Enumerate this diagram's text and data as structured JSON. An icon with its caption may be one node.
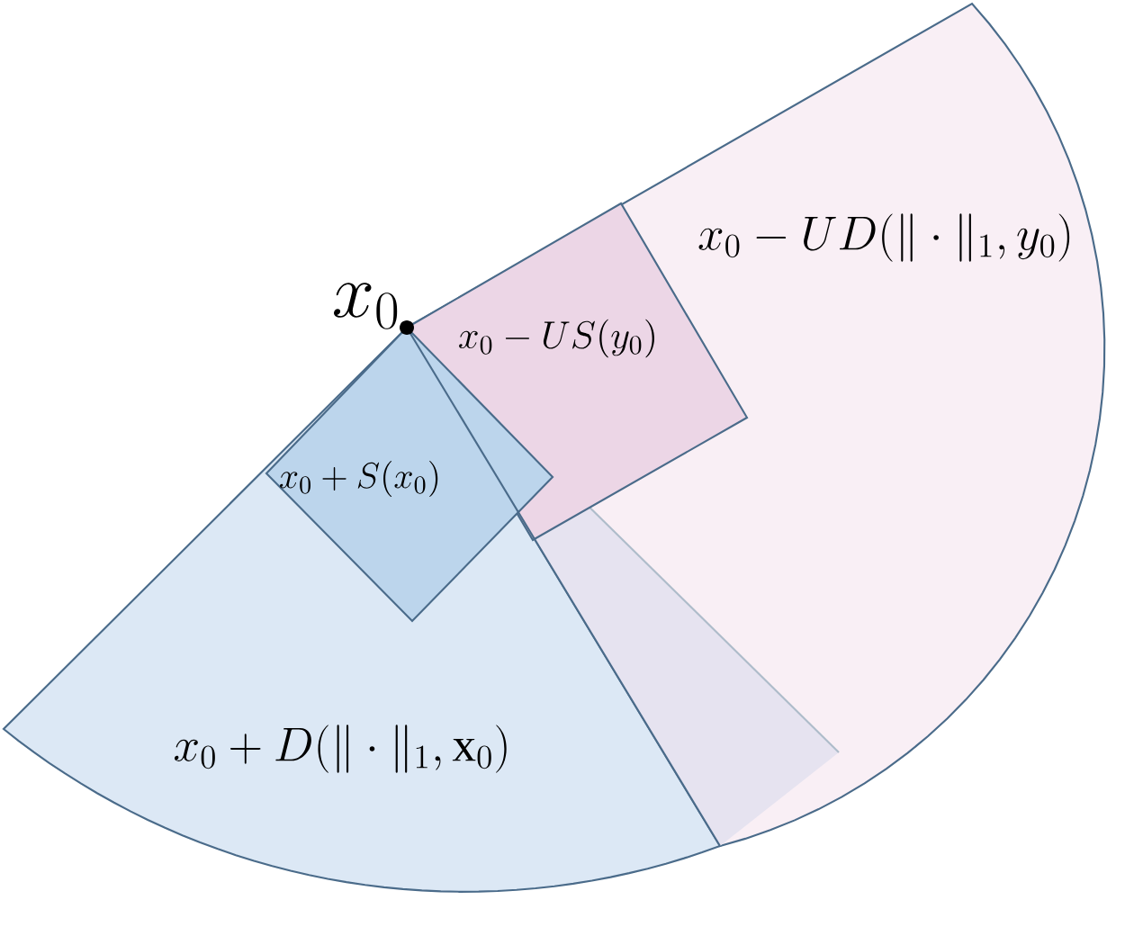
{
  "diagram": {
    "nodes": [
      {
        "text": [
          "x_0 - UD(\\|\\cdot\\|_1, y_0)"
        ]
      },
      {
        "text": [
          "x_0 - US(y_0)"
        ],
        "in": 0
      },
      {
        "text": [
          "x_0 + D(\\|\\cdot\\|_1, \\mathrm{x}_0)"
        ]
      },
      {
        "text": [
          "x_0 + S(x_0)"
        ],
        "in": 2
      }
    ],
    "labels": [
      "x_0"
    ]
  }
}
